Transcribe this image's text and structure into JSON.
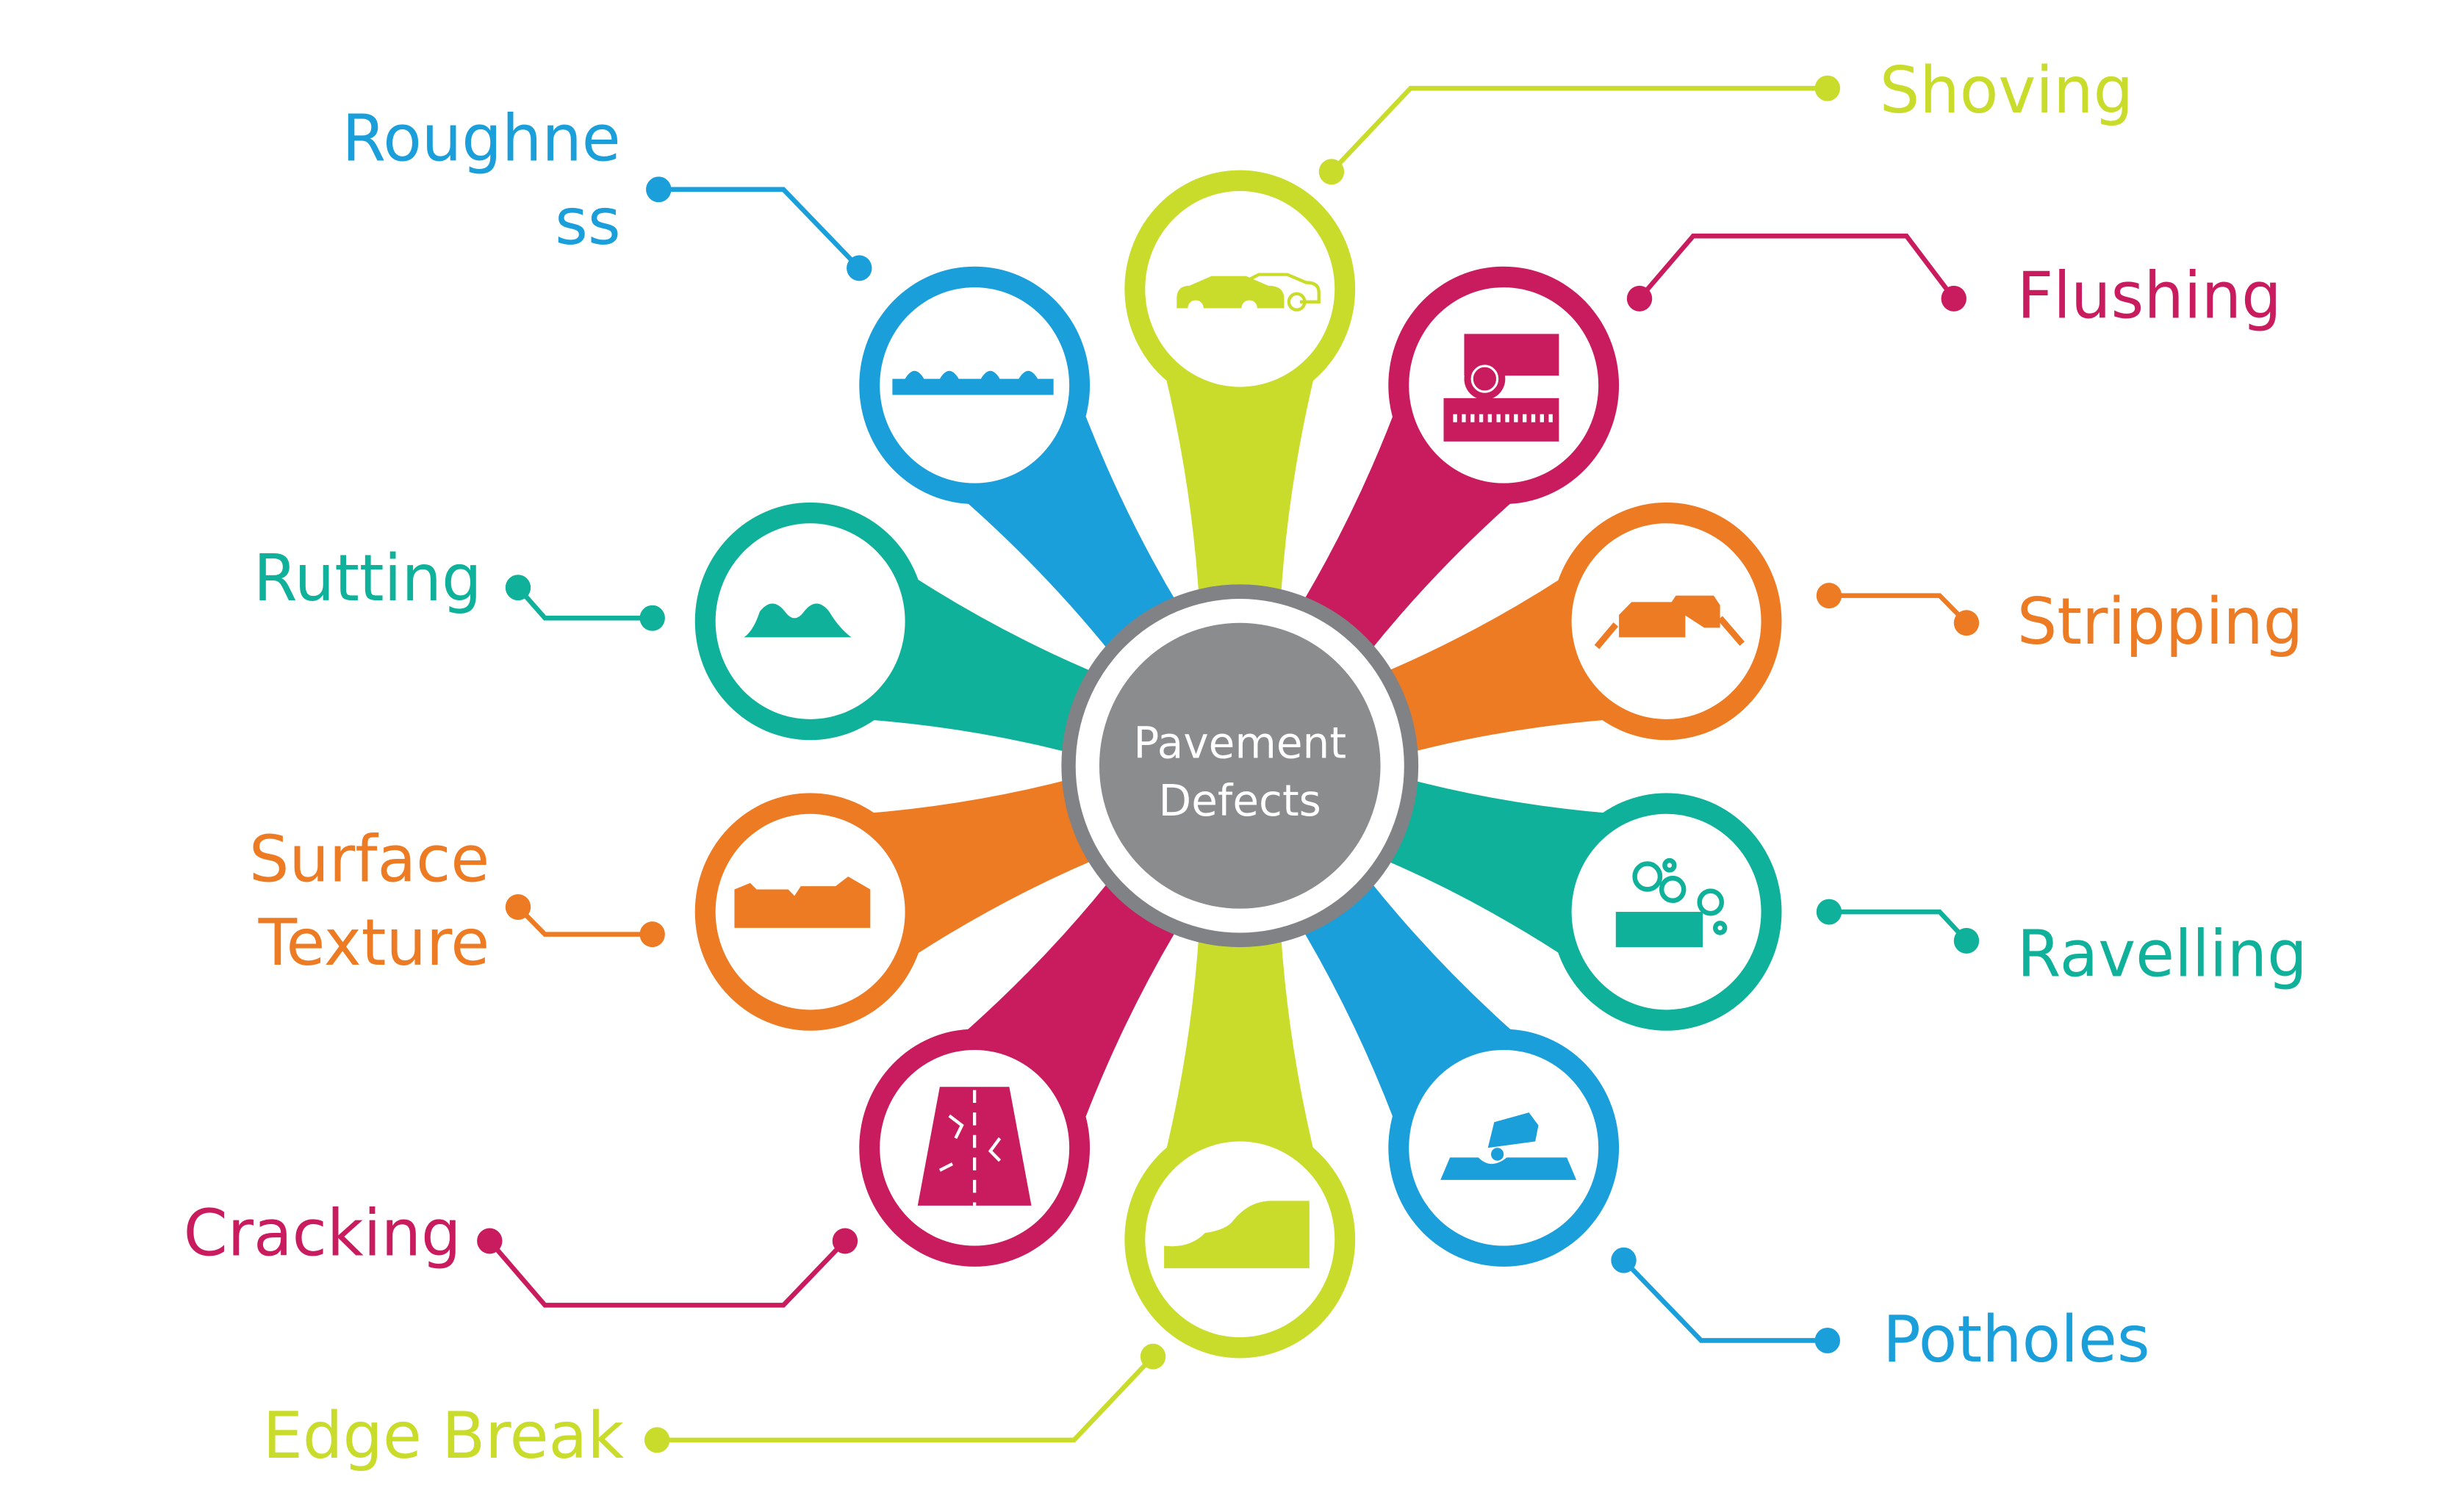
{
  "title": {
    "line1": "Pavement",
    "line2": "Defects"
  },
  "colors": {
    "lime": "#c9dc2b",
    "magenta": "#c81c5e",
    "orange": "#ec7b24",
    "teal": "#10b19a",
    "blue": "#1a9fdb",
    "gray": "#8a8c8d",
    "ring": "#808285"
  },
  "defects": [
    {
      "id": "shoving",
      "lines": [
        "Shoving"
      ],
      "color": "lime",
      "icon": "car-skid-icon"
    },
    {
      "id": "flushing",
      "lines": [
        "Flushing"
      ],
      "color": "magenta",
      "icon": "roller-icon"
    },
    {
      "id": "stripping",
      "lines": [
        "Stripping"
      ],
      "color": "orange",
      "icon": "cars-icon"
    },
    {
      "id": "ravelling",
      "lines": [
        "Ravelling"
      ],
      "color": "teal",
      "icon": "loose-stones-icon"
    },
    {
      "id": "potholes",
      "lines": [
        "Potholes"
      ],
      "color": "blue",
      "icon": "car-pothole-icon"
    },
    {
      "id": "edge-break",
      "lines": [
        "Edge Break"
      ],
      "color": "lime",
      "icon": "edge-break-icon"
    },
    {
      "id": "cracking",
      "lines": [
        "Cracking"
      ],
      "color": "magenta",
      "icon": "cracked-road-icon"
    },
    {
      "id": "surface-texture",
      "lines": [
        "Surface",
        "Texture"
      ],
      "color": "orange",
      "icon": "surface-texture-icon"
    },
    {
      "id": "rutting",
      "lines": [
        "Rutting"
      ],
      "color": "teal",
      "icon": "rut-icon"
    },
    {
      "id": "roughness",
      "lines": [
        "Roughne",
        "ss"
      ],
      "color": "blue",
      "icon": "wavy-surface-icon"
    }
  ]
}
